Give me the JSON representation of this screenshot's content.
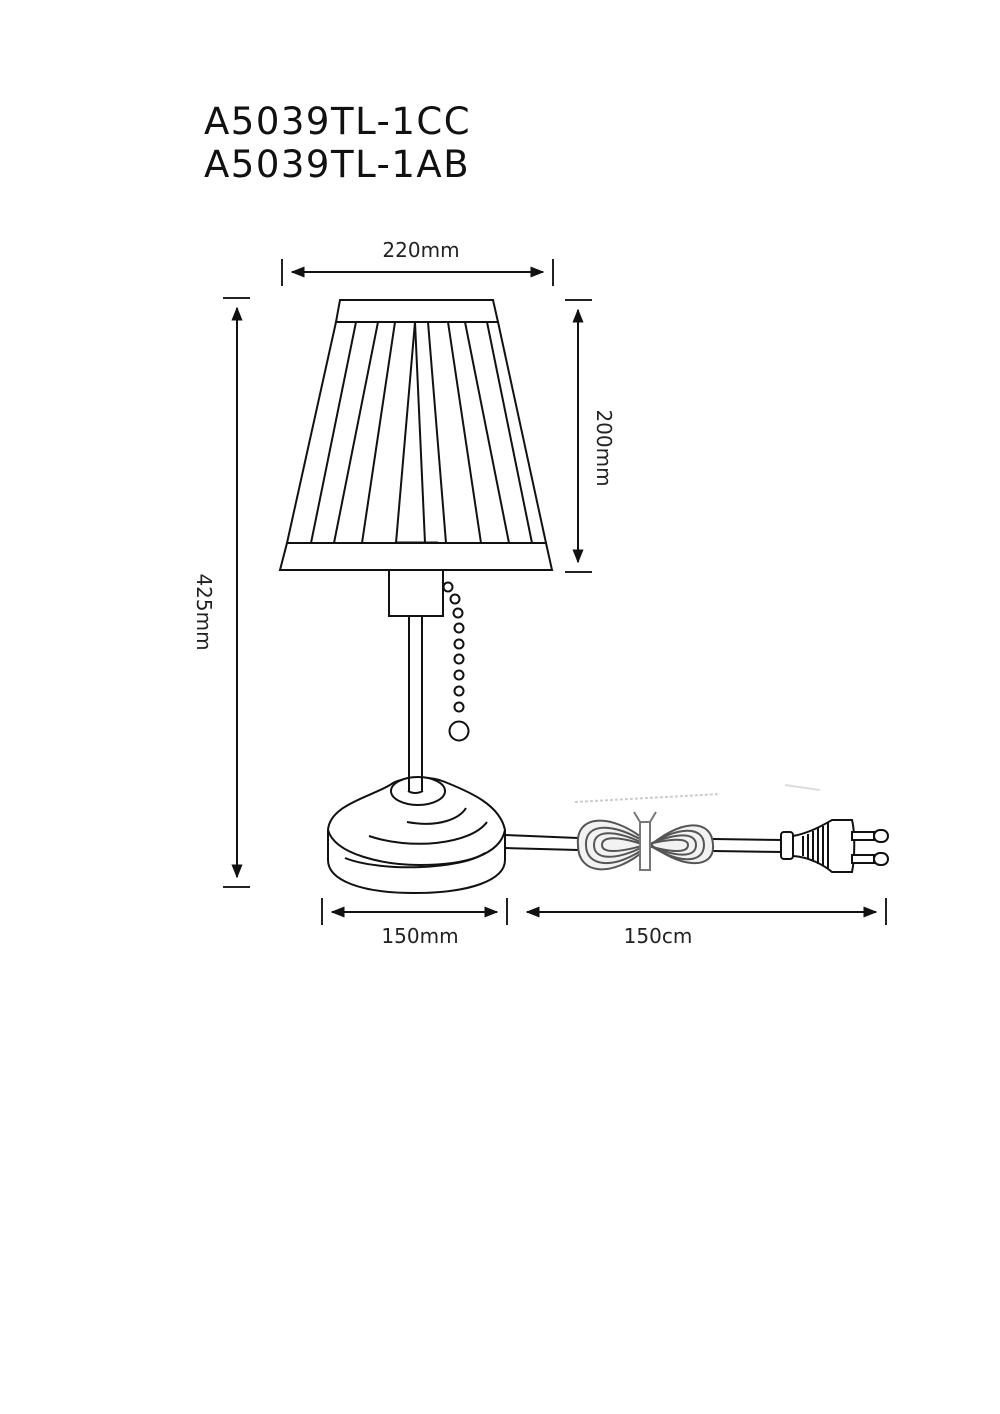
{
  "title": {
    "models": [
      "A5039TL-1CC",
      "A5039TL-1AB"
    ]
  },
  "dimensions": {
    "shade_width": "220mm",
    "shade_height": "200mm",
    "total_height": "425mm",
    "base_diameter": "150mm",
    "cord_length": "150cm"
  },
  "parts": {
    "shade": "pleated-lamp-shade",
    "socket": "lamp-socket-housing",
    "pull_chain": "pull-chain-switch",
    "stem": "lamp-stem",
    "base": "round-lamp-base",
    "cord": "coiled-power-cord",
    "plug": "two-pin-euro-plug"
  },
  "colors": {
    "line": "#111111",
    "background": "#ffffff"
  }
}
